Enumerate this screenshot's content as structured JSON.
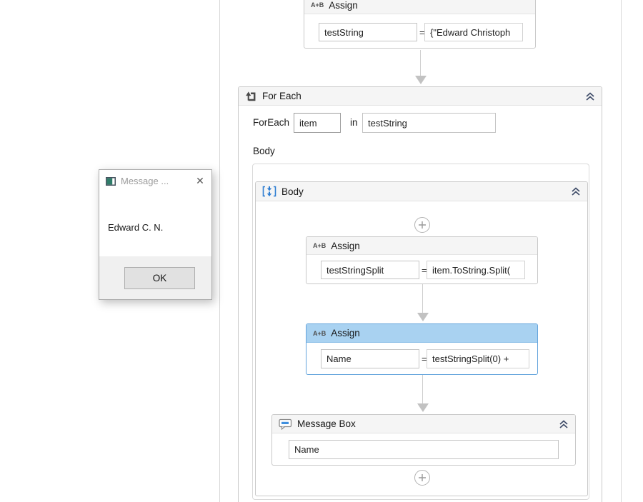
{
  "workflow": {
    "eq": "=",
    "assign_top": {
      "icon_label": "A+B",
      "title": "Assign",
      "to": "testString",
      "value": "{\"Edward Christoph"
    },
    "for_each": {
      "title": "For Each",
      "foreach_label": "ForEach",
      "item": "item",
      "in_label": "in",
      "collection": "testString",
      "body_caption": "Body"
    },
    "body_sequence": {
      "title": "Body"
    },
    "assign_split": {
      "icon_label": "A+B",
      "title": "Assign",
      "to": "testStringSplit",
      "value": "item.ToString.Split("
    },
    "assign_name": {
      "icon_label": "A+B",
      "title": "Assign",
      "to": "Name",
      "value": "testStringSplit(0) +"
    },
    "message_box": {
      "title": "Message Box",
      "text": "Name"
    }
  },
  "dialog": {
    "title": "Message ...",
    "message": "Edward C. N.",
    "ok_label": "OK",
    "close_glyph": "✕"
  },
  "colors": {
    "selection_fill": "#a9d2f1",
    "selection_border": "#64a4dc",
    "accent_blue": "#2d7dd2",
    "header_gray": "#f5f5f5"
  }
}
